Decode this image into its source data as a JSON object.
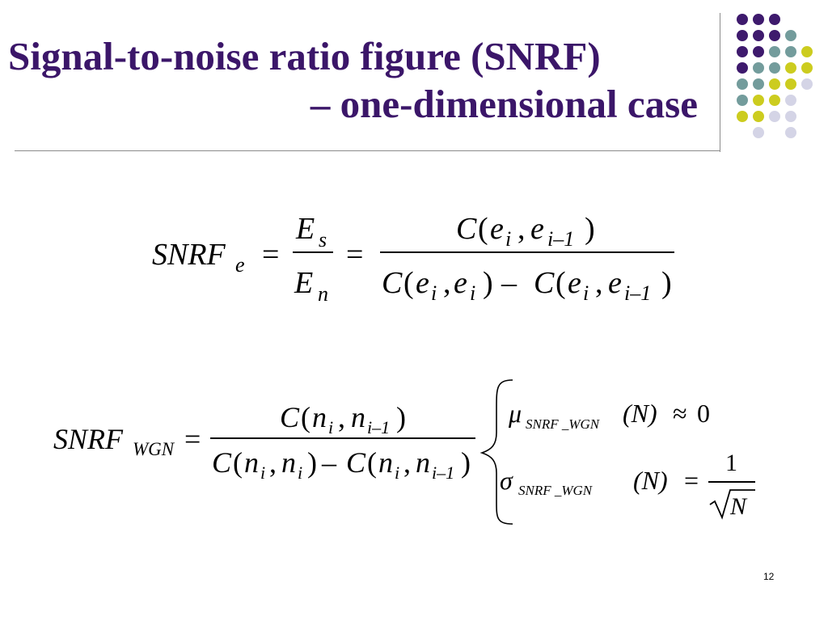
{
  "slide": {
    "title_line1": "Signal-to-noise ratio figure (SNRF)",
    "title_line2": "– one-dimensional case",
    "page_number": "12"
  },
  "colors": {
    "title": "#3b1669",
    "dot_purple": "#3e1a6d",
    "dot_teal": "#739c9c",
    "dot_yellow": "#cccc1f",
    "dot_lavender": "#d4d4e6"
  },
  "equation1": {
    "lhs": "SNRF",
    "lhs_sub": "e",
    "eq": "=",
    "frac1_num": "E",
    "frac1_num_sub": "s",
    "frac1_den": "E",
    "frac1_den_sub": "n",
    "eq2": "=",
    "num": {
      "C": "C",
      "open": "(",
      "a": "e",
      "a_sub": "i",
      "comma": ",",
      "b": "e",
      "b_sub": "i–1",
      "close": ")"
    },
    "den1": {
      "C": "C",
      "open": "(",
      "a": "e",
      "a_sub": "i",
      "comma": ",",
      "b": "e",
      "b_sub": "i",
      "close": ")"
    },
    "minus": "–",
    "den2": {
      "C": "C",
      "open": "(",
      "a": "e",
      "a_sub": "i",
      "comma": ",",
      "b": "e",
      "b_sub": "i–1",
      "close": ")"
    }
  },
  "equation2": {
    "lhs": "SNRF",
    "lhs_sub": "WGN",
    "eq": "=",
    "num": {
      "C": "C",
      "open": "(",
      "a": "n",
      "a_sub": "i",
      "comma": ",",
      "b": "n",
      "b_sub": "i–1",
      "close": ")"
    },
    "den1": {
      "C": "C",
      "open": "(",
      "a": "n",
      "a_sub": "i",
      "comma": ",",
      "b": "n",
      "b_sub": "i",
      "close": ")"
    },
    "minus": "–",
    "den2": {
      "C": "C",
      "open": "(",
      "a": "n",
      "a_sub": "i",
      "comma": ",",
      "b": "n",
      "b_sub": "i–1",
      "close": ")"
    }
  },
  "cases": {
    "mu": "μ",
    "mu_sub": "SNRF _WGN",
    "mu_arg": "(N)",
    "approx": "≈",
    "zero": "0",
    "sigma": "σ",
    "sigma_sub": "SNRF _WGN",
    "sigma_arg": "(N)",
    "eq": "=",
    "one": "1",
    "sqrt_sym": "√",
    "N": "N"
  }
}
